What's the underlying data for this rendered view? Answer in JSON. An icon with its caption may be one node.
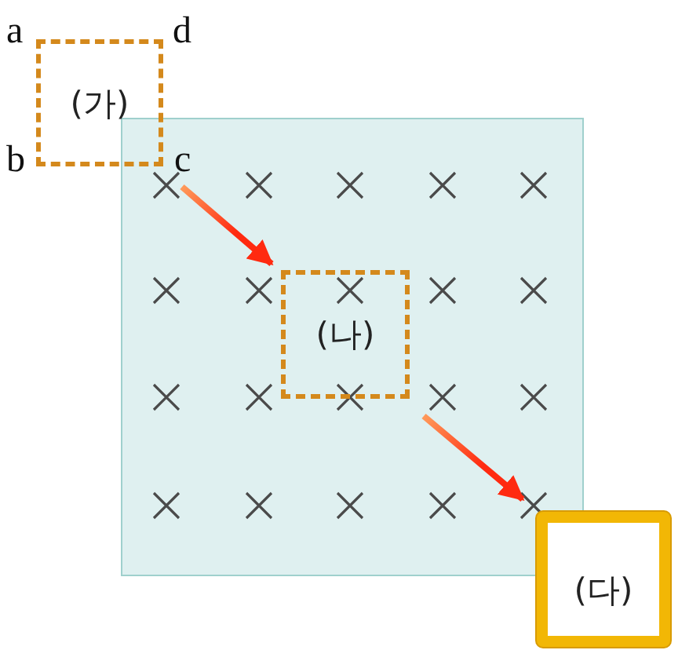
{
  "diagram": {
    "nodes": [
      {
        "text": [],
        "shape": "box"
      },
      {
        "text": [
          "(가)"
        ]
      },
      {
        "text": [
          "(나)"
        ],
        "in": 0
      },
      {
        "text": [
          "(다)"
        ]
      }
    ],
    "edges": [
      {
        "from": 1,
        "to": 2,
        "arrow": "to"
      },
      {
        "from": 2,
        "to": 3,
        "arrow": "to"
      }
    ],
    "labels": [
      "a",
      "d",
      "b",
      "c"
    ]
  }
}
